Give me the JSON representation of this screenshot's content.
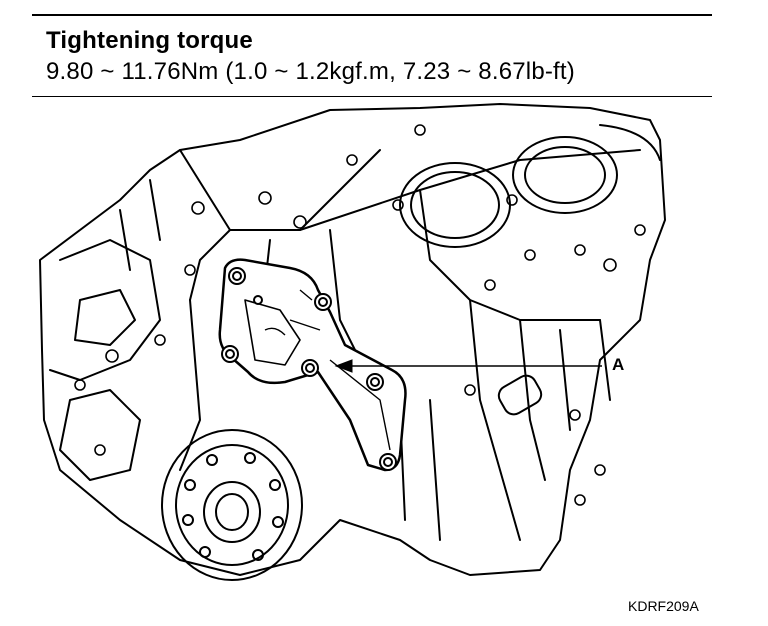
{
  "spec": {
    "heading": "Tightening torque",
    "value": "9.80 ~ 11.76Nm (1.0 ~ 1.2kgf.m, 7.23 ~ 8.67lb-ft)"
  },
  "diagram": {
    "callout_label": "A",
    "figure_code": "KDRF209A"
  }
}
